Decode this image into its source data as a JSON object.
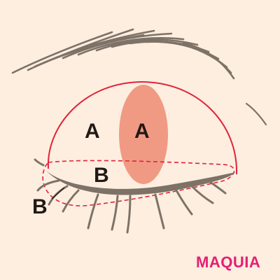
{
  "diagram": {
    "zones": [
      {
        "label": "A"
      },
      {
        "label": "A"
      },
      {
        "label": "B"
      },
      {
        "label": "B"
      }
    ],
    "colors": {
      "background": "#fdeee0",
      "outline": "#e0243a",
      "highlight": "#f19a83",
      "lash": "#7e7267",
      "label": "#231815"
    }
  },
  "brand": {
    "logo": "MAQUIA",
    "color": "#e61e73"
  }
}
